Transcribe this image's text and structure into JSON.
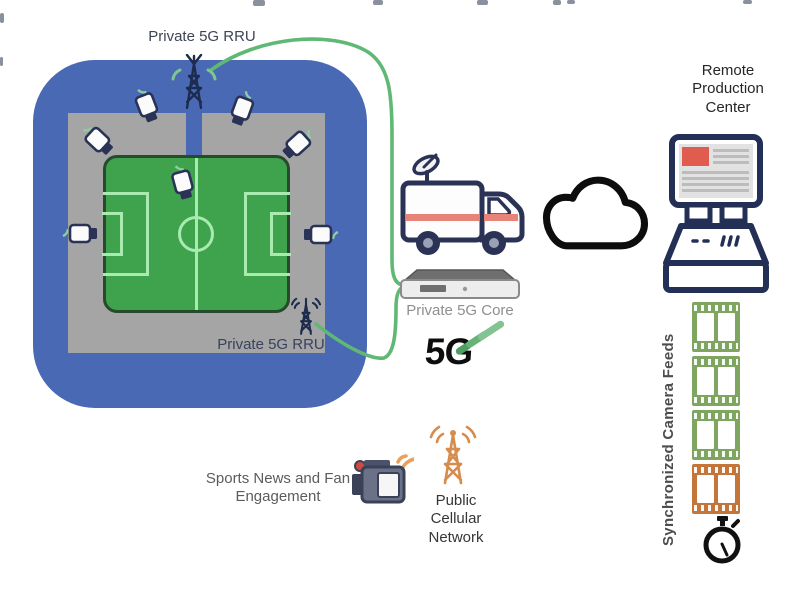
{
  "labels": {
    "rru_top": "Private 5G RRU",
    "rru_bottom": "Private 5G RRU",
    "core": "Private 5G Core",
    "fiveg": "5G",
    "remote_production": "Remote Production Center",
    "sync_feeds": "Synchronized Camera Feeds",
    "sports_news": "Sports News and Fan Engagement",
    "public_cellular": "Public Cellular Network"
  },
  "icons": {
    "stadium_camera_count": 7,
    "rru_antenna_count": 2,
    "feed_strips": [
      "green",
      "green",
      "green",
      "orange"
    ],
    "other": [
      "satellite-truck",
      "core-appliance",
      "cloud",
      "production-console",
      "stopwatch",
      "news-video-camera",
      "cell-tower",
      "soccer-pitch"
    ]
  },
  "colors": {
    "stadium_blue": "#4a69b5",
    "stand_gray": "#a5a5a5",
    "pitch_green": "#3fa34d",
    "pitch_lines": "#a8eab0",
    "cable_green": "#5fb874",
    "outline_navy": "#232f55",
    "truck_stripe": "#e8837a",
    "screen_red": "#e05c4e",
    "feed_green": "#7fa661",
    "feed_orange": "#c4763a",
    "tower_orange": "#d78b4d"
  }
}
